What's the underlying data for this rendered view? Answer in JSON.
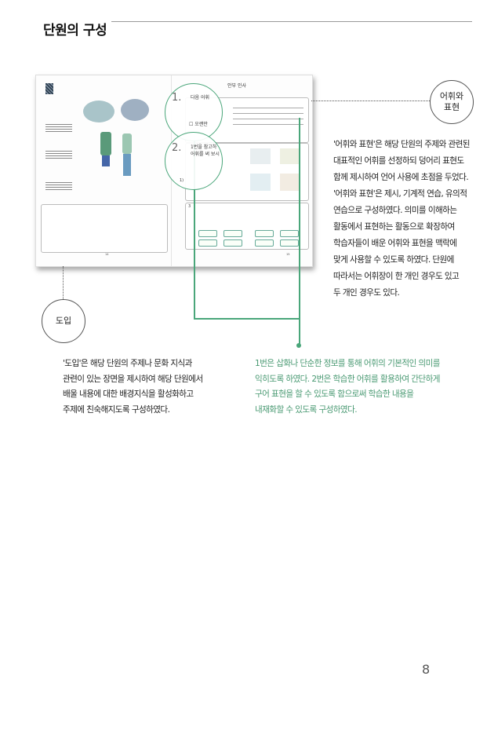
{
  "header": {
    "title": "단원의 구성"
  },
  "spread": {
    "unit_title": "안부 인사",
    "left_page_number": "14",
    "right_page_number": "15",
    "item1_number": "1.",
    "item1_text": "다음 어휘",
    "item1_option": "오랜만",
    "item2_number": "2.",
    "item2_text_line1": "1번을 참고하",
    "item2_text_line2": "어휘를 써 보시",
    "item3_number": "3",
    "sub_number": "1)"
  },
  "callouts": {
    "vocab_label": "어휘와\n표현",
    "intro_label": "도입"
  },
  "text": {
    "vocab_description": "'어휘와 표현'은 해당 단원의 주제와 관련된\n대표적인 어휘를 선정하되 덩어리 표현도\n함께 제시하여 언어 사용에 초점을 두었다.\n'어휘와 표현'은 제시, 기계적 연습, 유의적\n연습으로 구성하였다. 의미를 이해하는\n활동에서 표현하는 활동으로 확장하여\n학습자들이 배운 어휘와 표현을 맥락에\n맞게 사용할 수 있도록 하였다. 단원에\n따라서는 어휘장이 한 개인 경우도 있고\n두 개인 경우도 있다.",
    "intro_description": "'도입'은 해당 단원의 주제나 문화 지식과\n관련이 있는 장면을 제시하여 해당 단원에서\n배울 내용에 대한 배경지식을 활성화하고\n주제에 친숙해지도록 구성하였다.",
    "items_description": "1번은 삽화나 단순한 정보를 통해 어휘의 기본적인 의미를\n익히도록 하였다. 2번은 학습한 어휘를 활용하여 간단하게\n구어 표현을 할 수 있도록 함으로써 학습한 내용을\n내재화할 수 있도록 구성하였다."
  },
  "footer": {
    "page_number": "8"
  },
  "colors": {
    "accent_green": "#4a9a73",
    "text": "#222222"
  }
}
